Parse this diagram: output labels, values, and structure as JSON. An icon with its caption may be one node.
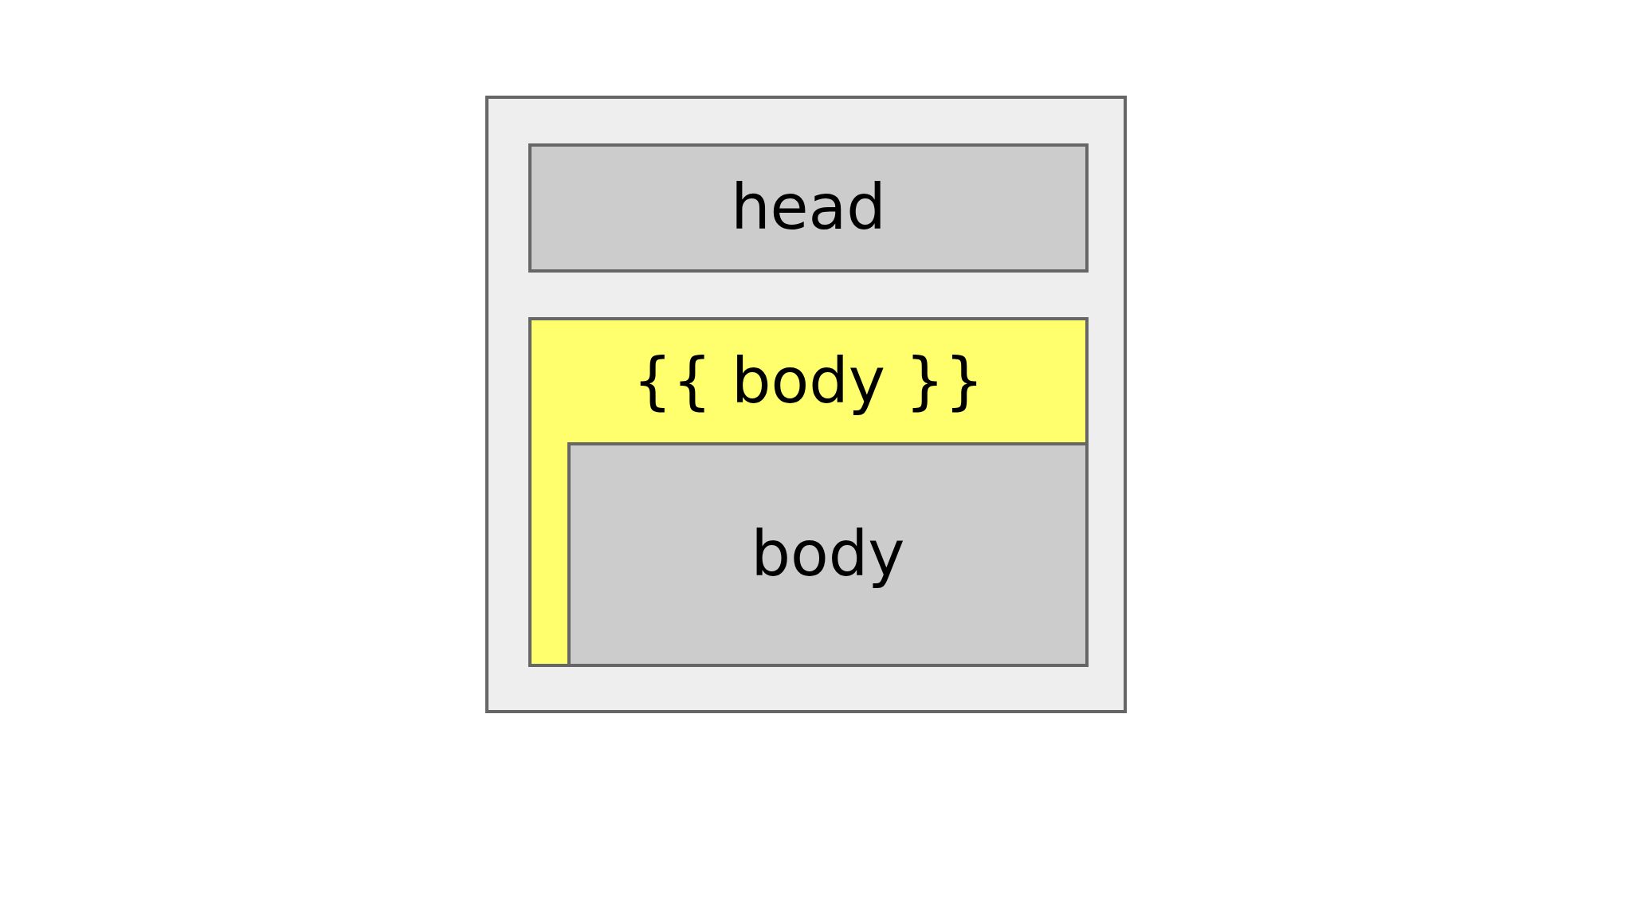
{
  "diagram": {
    "nodes": [
      {
        "text": [],
        "shape": "box"
      },
      {
        "text": [
          "head"
        ],
        "in": 0
      },
      {
        "text": [
          "{{ body }}"
        ],
        "in": 0
      },
      {
        "text": [
          "body"
        ],
        "in": 2
      }
    ]
  }
}
